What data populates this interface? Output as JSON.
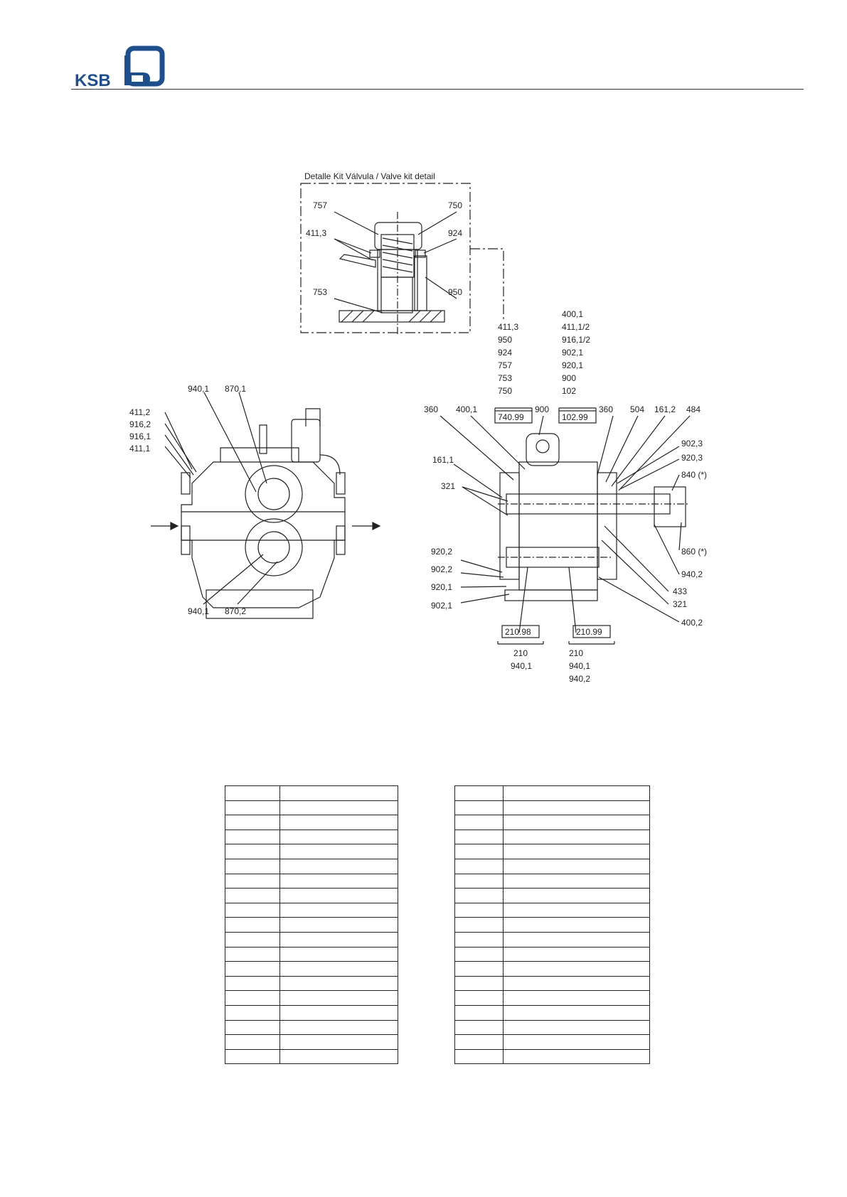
{
  "brand": {
    "name": "KSB",
    "color": "#1f4e8c"
  },
  "valve_detail": {
    "title": "Detalle Kit Válvula / Valve kit detail",
    "labels": [
      "757",
      "411,3",
      "753",
      "750",
      "924",
      "950"
    ]
  },
  "kits": {
    "valve_kit": {
      "code": "740.99",
      "parts": [
        "411,3",
        "950",
        "924",
        "757",
        "753",
        "750"
      ]
    },
    "cover_kit": {
      "code": "102.99",
      "parts": [
        "400,1",
        "411,1/2",
        "916,1/2",
        "902,1",
        "920,1",
        "900",
        "102"
      ]
    },
    "shaft_kit_1": {
      "code": "210.98",
      "parts": [
        "210",
        "940,1"
      ]
    },
    "shaft_kit_2": {
      "code": "210.99",
      "parts": [
        "210",
        "940,1",
        "940,2"
      ]
    }
  },
  "left_view_labels": {
    "top": [
      "940,1",
      "870,1"
    ],
    "left": [
      "411,2",
      "916,2",
      "916,1",
      "411,1"
    ],
    "bottom": [
      "940,1",
      "870,2"
    ]
  },
  "right_view_labels": {
    "top": [
      "360",
      "400,1",
      "900",
      "360",
      "504",
      "161,2",
      "484"
    ],
    "left": [
      "161,1",
      "321",
      "920,2",
      "902,2",
      "920,1",
      "902,1"
    ],
    "right": [
      "902,3",
      "920,3",
      "840 (*)",
      "860 (*)",
      "940,2",
      "433",
      "321",
      "400,2"
    ]
  },
  "parts_tables": {
    "left_rows": 19,
    "right_rows": 19
  }
}
